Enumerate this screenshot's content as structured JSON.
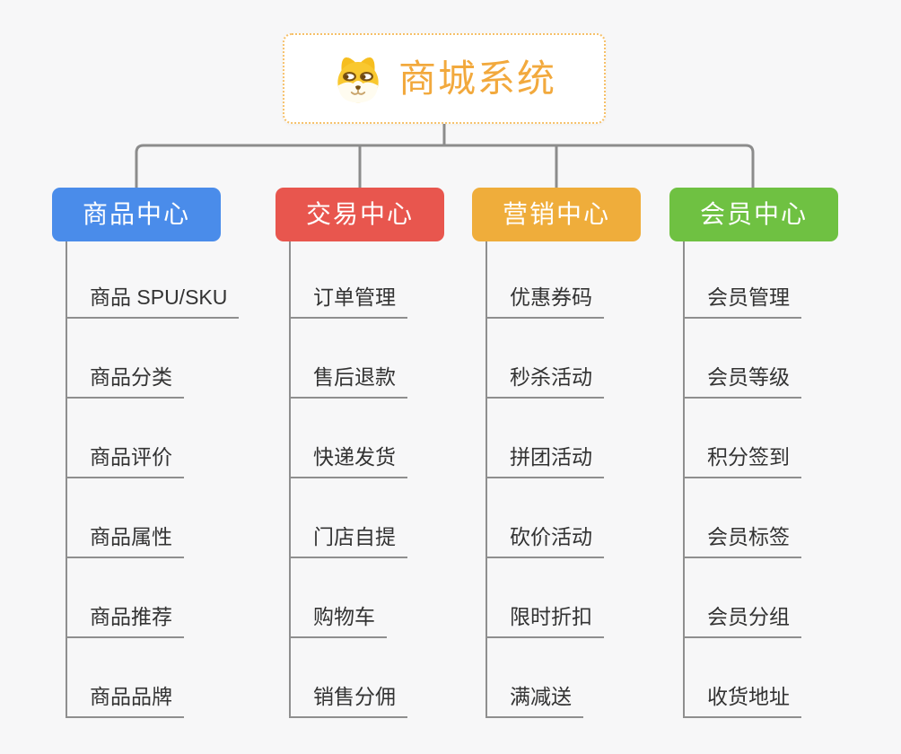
{
  "root": {
    "title": "商城系统",
    "icon": "dog-face"
  },
  "branches": [
    {
      "label": "商品中心",
      "color": "#4A8CEA",
      "children": [
        "商品 SPU/SKU",
        "商品分类",
        "商品评价",
        "商品属性",
        "商品推荐",
        "商品品牌"
      ]
    },
    {
      "label": "交易中心",
      "color": "#E8564E",
      "children": [
        "订单管理",
        "售后退款",
        "快递发货",
        "门店自提",
        "购物车",
        "销售分佣"
      ]
    },
    {
      "label": "营销中心",
      "color": "#EFAD3B",
      "children": [
        "优惠券码",
        "秒杀活动",
        "拼团活动",
        "砍价活动",
        "限时折扣",
        "满减送"
      ]
    },
    {
      "label": "会员中心",
      "color": "#6FC142",
      "children": [
        "会员管理",
        "会员等级",
        "积分签到",
        "会员标签",
        "会员分组",
        "收货地址"
      ]
    }
  ],
  "colors": {
    "background": "#F7F7F8",
    "connector": "#8C8C8C",
    "line": "#8F8F8F",
    "leaf_text": "#333333",
    "root_text": "#F2A93D",
    "root_border": "#F6C069",
    "root_background": "#FFFFFF"
  }
}
